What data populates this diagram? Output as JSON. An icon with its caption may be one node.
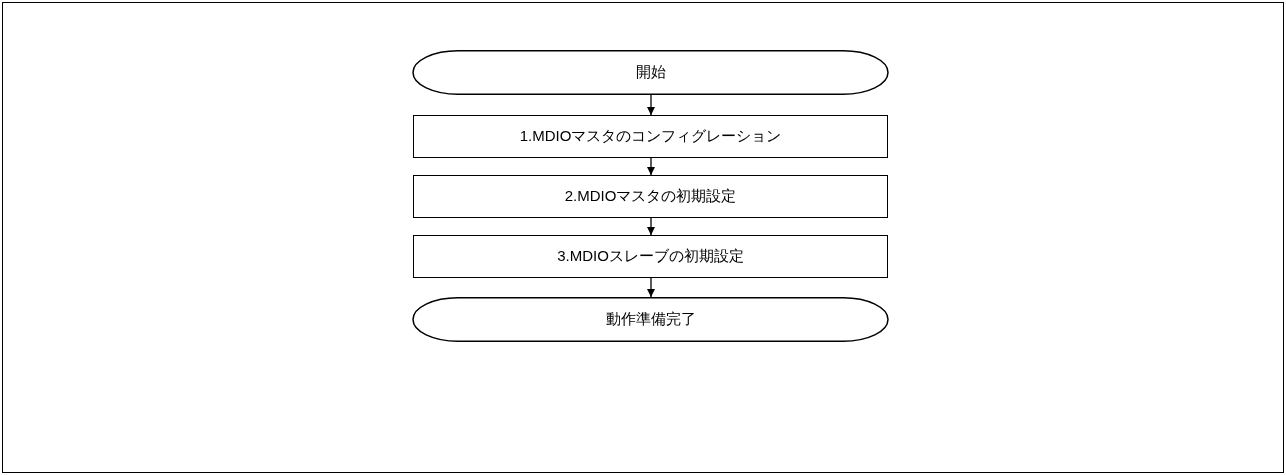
{
  "diagram": {
    "nodes": [
      {
        "text": [
          "開始"
        ]
      },
      {
        "text": [
          "1.MDIOマスタのコンフィグレーション"
        ]
      },
      {
        "text": [
          "2.MDIOマスタの初期設定"
        ]
      },
      {
        "text": [
          "3.MDIOスレーブの初期設定"
        ]
      },
      {
        "text": [
          "動作準備完了"
        ]
      }
    ],
    "edges": [
      {
        "from": 0,
        "to": 1,
        "arrow": "to"
      },
      {
        "from": 1,
        "to": 2,
        "arrow": "to"
      },
      {
        "from": 2,
        "to": 3,
        "arrow": "to"
      },
      {
        "from": 3,
        "to": 4,
        "arrow": "to"
      }
    ]
  }
}
